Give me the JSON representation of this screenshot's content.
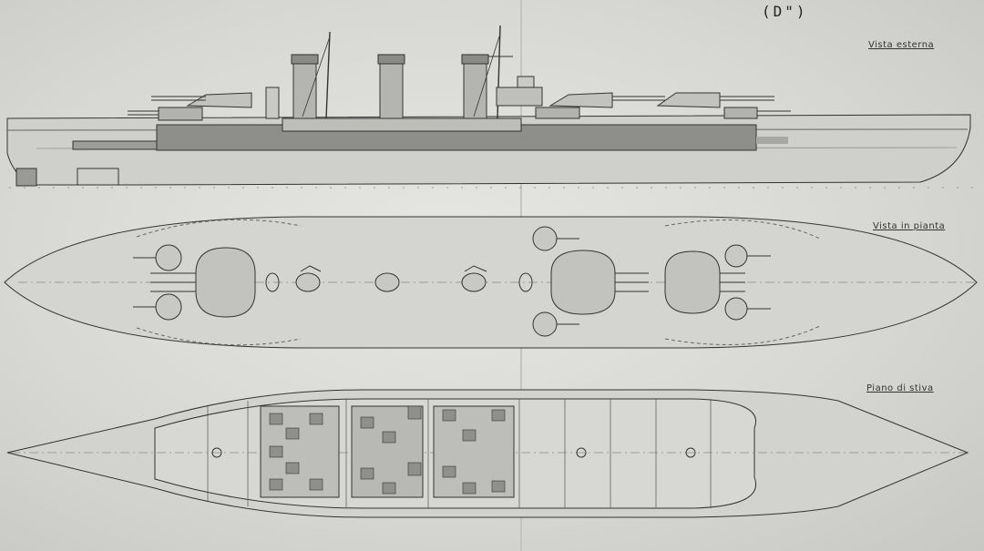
{
  "sheet": {
    "code": "(D\")",
    "views": {
      "elevation": "Vista esterna",
      "plan": "Vista in pianta",
      "hold": "Piano di stiva"
    }
  }
}
